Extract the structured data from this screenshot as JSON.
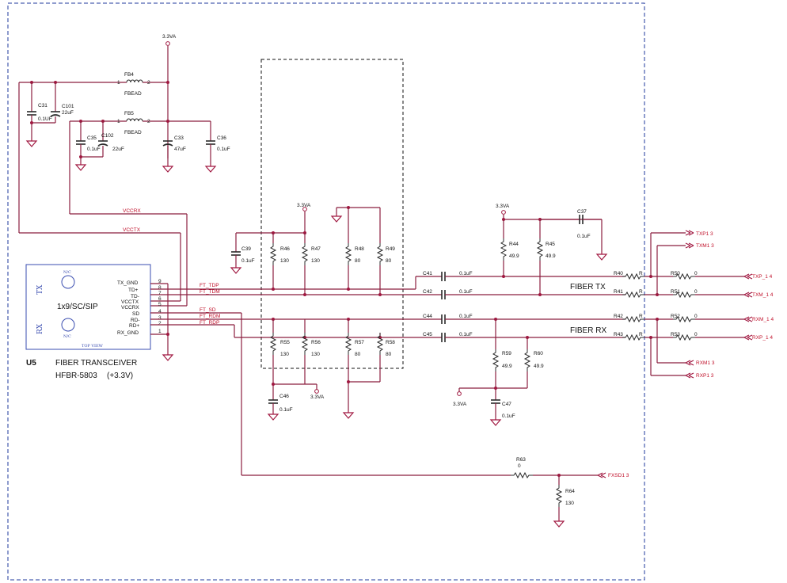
{
  "power": {
    "v33": "3.3VA"
  },
  "ferrites": [
    {
      "ref": "FB4",
      "value": "FBEAD",
      "p1": "1",
      "p2": "2"
    },
    {
      "ref": "FB5",
      "value": "FBEAD",
      "p1": "1",
      "p2": "2"
    }
  ],
  "capacitors": {
    "C31": {
      "ref": "C31",
      "value": "0.1UF"
    },
    "C101": {
      "ref": "C101",
      "value": "22uF"
    },
    "C35": {
      "ref": "C35",
      "value": "0.1uF"
    },
    "C102": {
      "ref": "C102",
      "value": "22uF"
    },
    "C33": {
      "ref": "C33",
      "value": "47uF"
    },
    "C36": {
      "ref": "C36",
      "value": "0.1uF"
    },
    "C39": {
      "ref": "C39",
      "value": "0.1uF"
    },
    "C46": {
      "ref": "C46",
      "value": "0.1uF"
    },
    "C41": {
      "ref": "C41",
      "value": "0.1uF"
    },
    "C42": {
      "ref": "C42",
      "value": "0.1uF"
    },
    "C44": {
      "ref": "C44",
      "value": "0.1uF"
    },
    "C45": {
      "ref": "C45",
      "value": "0.1uF"
    },
    "C37": {
      "ref": "C37",
      "value": "0.1uF"
    },
    "C47": {
      "ref": "C47",
      "value": "0.1uF"
    }
  },
  "resistors": {
    "R46": {
      "ref": "R46",
      "value": "130"
    },
    "R47": {
      "ref": "R47",
      "value": "130"
    },
    "R48": {
      "ref": "R48",
      "value": "80"
    },
    "R49": {
      "ref": "R49",
      "value": "80"
    },
    "R55": {
      "ref": "R55",
      "value": "130"
    },
    "R56": {
      "ref": "R56",
      "value": "130"
    },
    "R57": {
      "ref": "R57",
      "value": "80"
    },
    "R58": {
      "ref": "R58",
      "value": "80"
    },
    "R44": {
      "ref": "R44",
      "value": "49.9"
    },
    "R45": {
      "ref": "R45",
      "value": "49.9"
    },
    "R59": {
      "ref": "R59",
      "value": "49.9"
    },
    "R60": {
      "ref": "R60",
      "value": "49.9"
    },
    "R40": {
      "ref": "R40",
      "value": "R"
    },
    "R41": {
      "ref": "R41",
      "value": "R"
    },
    "R42": {
      "ref": "R42",
      "value": "R"
    },
    "R43": {
      "ref": "R43",
      "value": "R"
    },
    "R50": {
      "ref": "R50",
      "value": "0"
    },
    "R51": {
      "ref": "R51",
      "value": "0"
    },
    "R52": {
      "ref": "R52",
      "value": "0"
    },
    "R53": {
      "ref": "R53",
      "value": "0"
    },
    "R63": {
      "ref": "R63",
      "value": "0"
    },
    "R64": {
      "ref": "R64",
      "value": "130"
    }
  },
  "nets": {
    "vccrx": "VCCRX",
    "vcctx": "VCCTX",
    "ft_tdp": "FT_TDP",
    "ft_tdm": "FT_TDM",
    "ft_sd": "FT_SD",
    "ft_rdm": "FT_RDM",
    "ft_rdp": "FT_RDP"
  },
  "transceiver": {
    "ref": "U5",
    "name": "FIBER TRANSCEIVER",
    "part": "HFBR-5803",
    "voltage": "(+3.3V)",
    "type": "1x9/SC/SIP",
    "tx": "TX",
    "rx": "RX",
    "nc": "N/C",
    "topview": "TOP VIEW",
    "pins": [
      {
        "num": "9",
        "name": "TX_GND"
      },
      {
        "num": "8",
        "name": "TD+"
      },
      {
        "num": "7",
        "name": "TD-"
      },
      {
        "num": "6",
        "name": "VCCTX"
      },
      {
        "num": "5",
        "name": "VCCRX"
      },
      {
        "num": "4",
        "name": "SD"
      },
      {
        "num": "3",
        "name": "RD-"
      },
      {
        "num": "2",
        "name": "RD+"
      },
      {
        "num": "1",
        "name": "RX_GND"
      }
    ]
  },
  "section_labels": {
    "tx": "FIBER TX",
    "rx": "FIBER RX"
  },
  "ports": {
    "TXP1": "TXP1  3",
    "TXM1": "TXM1  3",
    "TXP_1": "TXP_1  4",
    "TXM_1": "TXM_1  4",
    "RXM_1": "RXM_1  4",
    "RXP_1": "RXP_1  4",
    "RXM1": "RXM1  3",
    "RXP1": "RXP1  3",
    "FXSD1": "FXSD1  3"
  }
}
